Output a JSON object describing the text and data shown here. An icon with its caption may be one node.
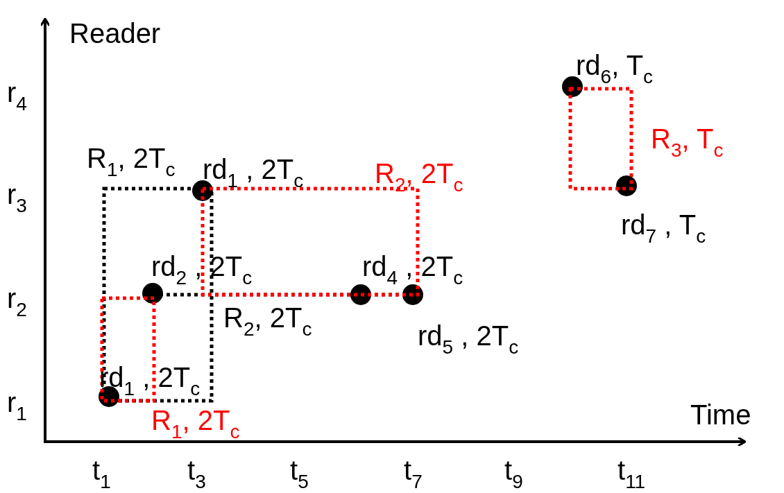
{
  "diagram": {
    "labels": [
      "Reader",
      "rd$_{6}$, T$_{c}$",
      "r$_{4}$",
      "R$_{3}$, T$_{c}$",
      "R$_{1}$, 2T$_{c}$",
      "rd$_{1}$ , 2T$_{c}$",
      "R$_{2}$, 2T$_{c}$",
      "r$_{3}$",
      "rd$_{7}$ , T$_{c}$",
      "rd$_{2}$ , 2T$_{c}$",
      "rd$_{4}$ , 2T$_{c}$",
      "r$_{2}$",
      "R$_{2}$, 2T$_{c}$",
      "rd$_{5}$ , 2T$_{c}$",
      "rd$_{1}$ , 2T$_{c}$",
      "r$_{1}$",
      "Time",
      "R$_{1}$, 2T$_{c}$",
      "t$_{1}$",
      "t$_{3}$",
      "t$_{5}$",
      "t$_{7}$",
      "t$_{9}$",
      "t$_{11}$"
    ]
  }
}
